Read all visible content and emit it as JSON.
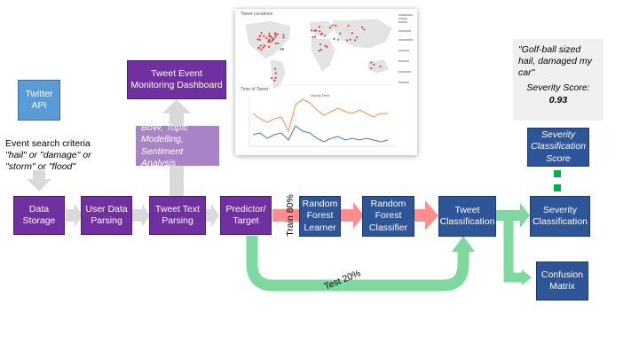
{
  "nodes": {
    "twitter_api": "Twitter API",
    "data_storage": "Data Storage",
    "user_data_parsing": "User Data Parsing",
    "tweet_text_parsing": "Tweet Text Parsing",
    "predictor_target": "Predictor/ Target",
    "rf_learner": "Random Forest Learner",
    "rf_classifier": "Random Forest Classifier",
    "tweet_classification": "Tweet Classification",
    "severity_classification": "Severity Classification",
    "confusion_matrix": "Confusion Matrix",
    "dashboard": "Tweet Event Monitoring Dashboard",
    "severity_score_header": "Severity Classification Score"
  },
  "text": {
    "criteria_line1": "Event search criteria",
    "criteria_line2": "\"hail\" or \"damage\" or",
    "criteria_line3": "\"storm\" or \"flood\"",
    "bow_note": "BoW, Topic Modelling, Sentiment Analysis",
    "train_label": "Train 80%",
    "test_label": "Test 20%"
  },
  "example": {
    "quote": "\"Golf-ball sized hail, damaged my car\"",
    "score_label": "Severity Score:",
    "score_value": "0.93"
  },
  "dashboard_panel": {
    "map_title": "Tweet Locations",
    "time_title": "Time of Tweet",
    "chart_header": "Hourly Time"
  },
  "colors": {
    "purple": "#7030a0",
    "navy": "#2e5597",
    "light_blue": "#5b9bd5",
    "gray_arrow": "#d9d9d9",
    "green_arrow": "#7fd8a0",
    "red_arrow": "#ff8f8f",
    "green_dots": "#00b050",
    "series_orange": "#f0924a",
    "series_blue": "#4a78b8"
  }
}
